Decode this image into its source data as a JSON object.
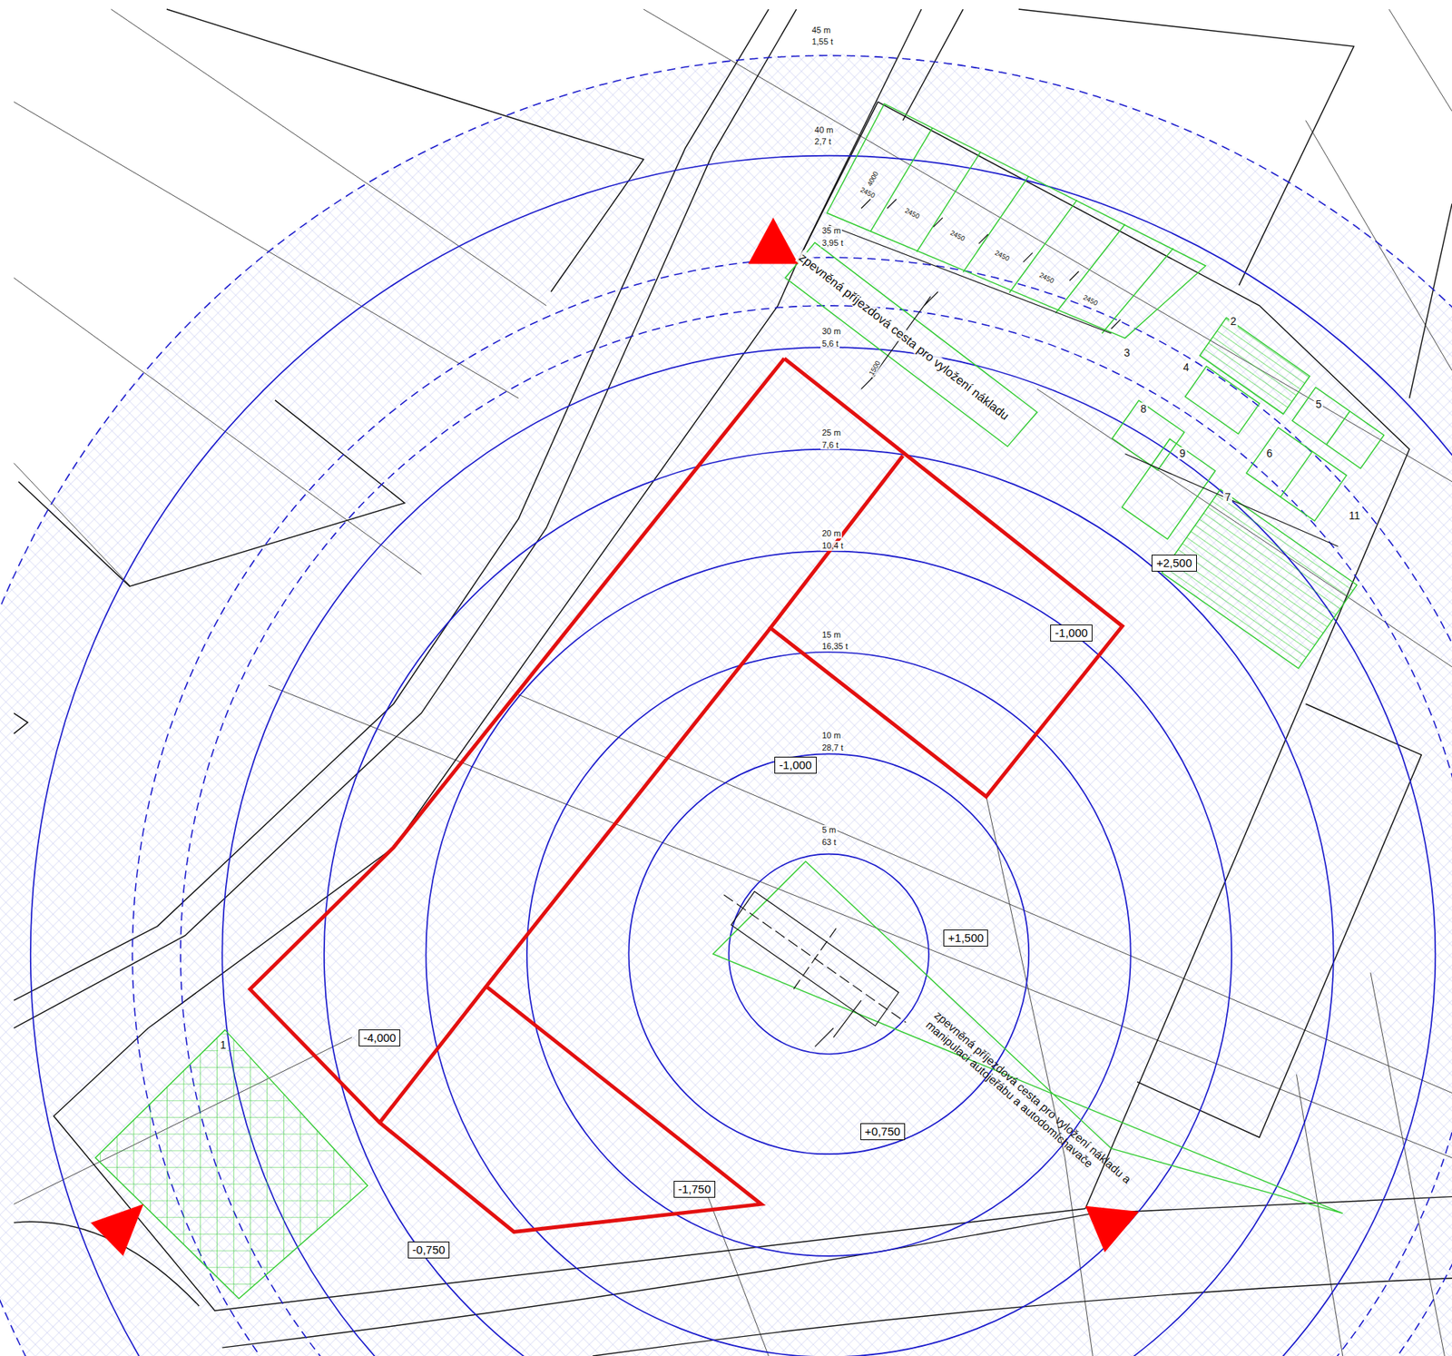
{
  "diagram": {
    "nodes": [
      {
        "text": [
          "+2,500"
        ]
      },
      {
        "text": [
          "-1,000"
        ]
      },
      {
        "text": [
          "-1,000"
        ]
      },
      {
        "text": [
          "+1,500"
        ]
      },
      {
        "text": [
          "-4,000"
        ]
      },
      {
        "text": [
          "+0,750"
        ]
      },
      {
        "text": [
          "-1,750"
        ]
      },
      {
        "text": [
          "-0,750"
        ]
      }
    ],
    "labels": [
      "45 m",
      "1,55 t",
      "40 m",
      "2,7 t",
      "35 m",
      "3,95 t",
      "30 m",
      "5,6 t",
      "25 m",
      "7,6 t",
      "20 m",
      "10,4 t",
      "15 m",
      "16,35 t",
      "10 m",
      "28,7 t",
      "5 m",
      "63 t",
      "zpevněná příjezdová cesta pro vyložení nákladu",
      "zpevněná příjezdová cesta pro vyložení nákladu a manipulaci autojeřábu a autodomíchavače",
      "1",
      "2",
      "3",
      "4",
      "5",
      "6",
      "7",
      "8",
      "9",
      "11",
      "4000",
      "2450",
      "2450",
      "2450",
      "2450",
      "2450",
      "2450",
      "1500"
    ]
  }
}
